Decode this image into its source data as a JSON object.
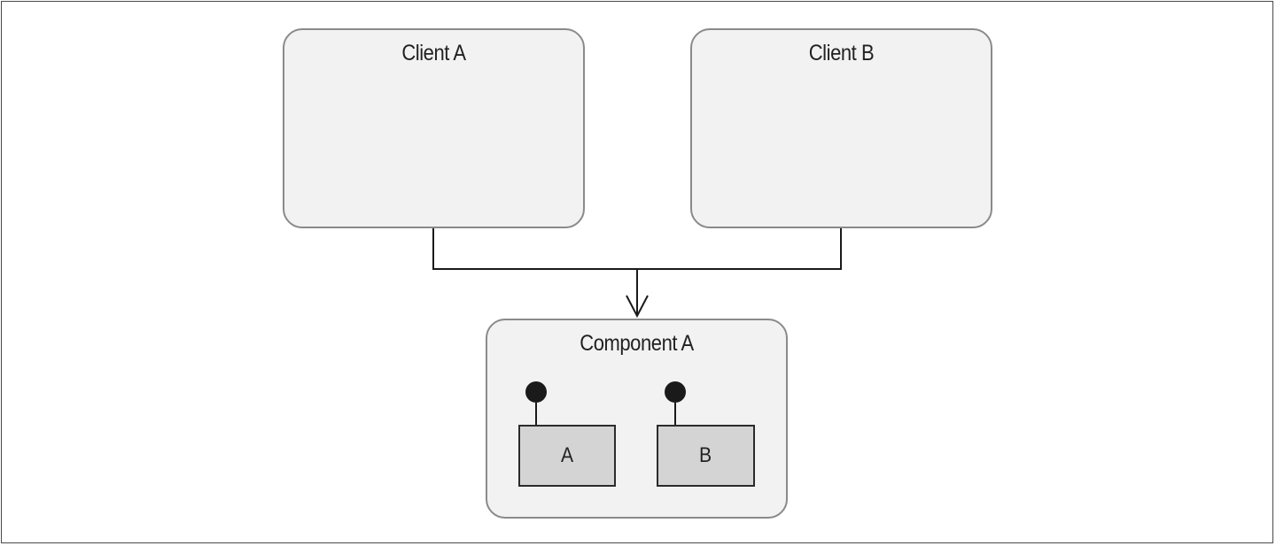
{
  "nodes": {
    "client_a": {
      "label": "Client A"
    },
    "client_b": {
      "label": "Client B"
    },
    "component_a": {
      "label": "Component A"
    }
  },
  "interfaces": {
    "a": {
      "label": "A"
    },
    "b": {
      "label": "B"
    }
  },
  "colors": {
    "node_fill": "#f2f2f3",
    "node_border": "#8a8a8a",
    "interface_fill": "#d4d4d5",
    "line": "#1a1a1a"
  }
}
